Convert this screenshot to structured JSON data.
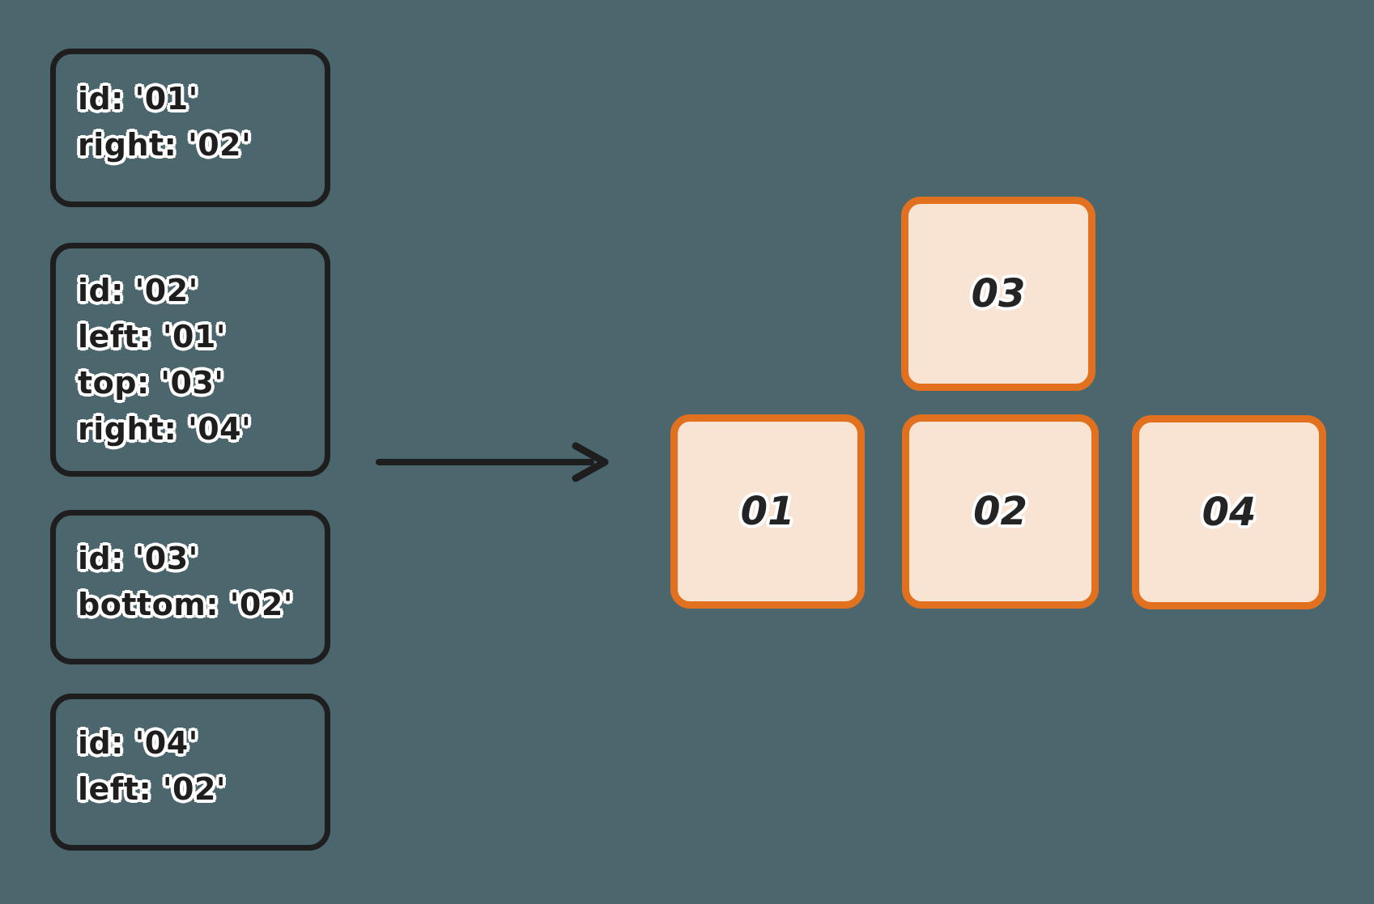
{
  "colors": {
    "background": "#4c666e",
    "stroke": "#1e1e1e",
    "node_border": "#e2711f",
    "node_fill": "#f9e4d3"
  },
  "definitions": [
    {
      "lines": [
        "id: '01'",
        "right: '02'"
      ]
    },
    {
      "lines": [
        "id: '02'",
        "left: '01'",
        "top: '03'",
        "right: '04'"
      ]
    },
    {
      "lines": [
        "id: '03'",
        "bottom: '02'"
      ]
    },
    {
      "lines": [
        "id: '04'",
        "left: '02'"
      ]
    }
  ],
  "nodes": [
    {
      "label": "03"
    },
    {
      "label": "01"
    },
    {
      "label": "02"
    },
    {
      "label": "04"
    }
  ]
}
